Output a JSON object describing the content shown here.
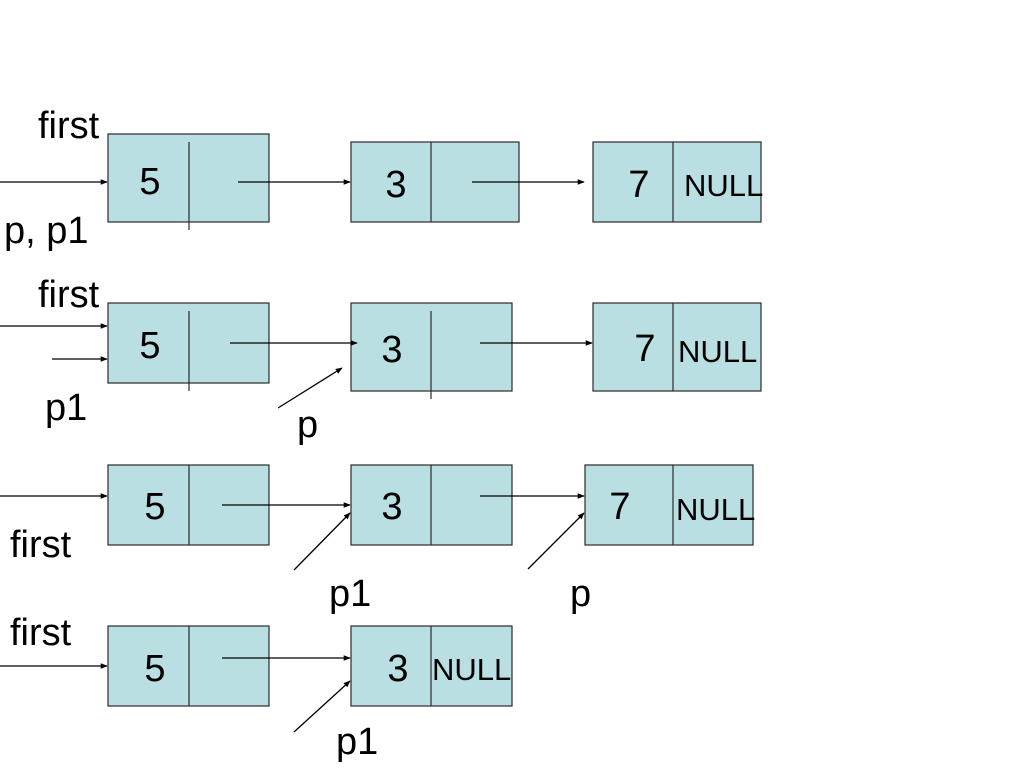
{
  "rows": [
    {
      "nodes": [
        {
          "value": "5",
          "next": ""
        },
        {
          "value": "3",
          "next": ""
        },
        {
          "value": "7",
          "next": "NULL"
        }
      ],
      "labels": [
        "first",
        "p, p1"
      ]
    },
    {
      "nodes": [
        {
          "value": "5",
          "next": ""
        },
        {
          "value": "3",
          "next": ""
        },
        {
          "value": "7",
          "next": "NULL"
        }
      ],
      "labels": [
        "first",
        "p1",
        "p"
      ]
    },
    {
      "nodes": [
        {
          "value": "5",
          "next": ""
        },
        {
          "value": "3",
          "next": ""
        },
        {
          "value": "7",
          "next": "NULL"
        }
      ],
      "labels": [
        "first",
        "p1",
        "p"
      ]
    },
    {
      "nodes": [
        {
          "value": "5",
          "next": ""
        },
        {
          "value": "3",
          "next": "NULL"
        }
      ],
      "labels": [
        "first",
        "p1"
      ]
    }
  ]
}
